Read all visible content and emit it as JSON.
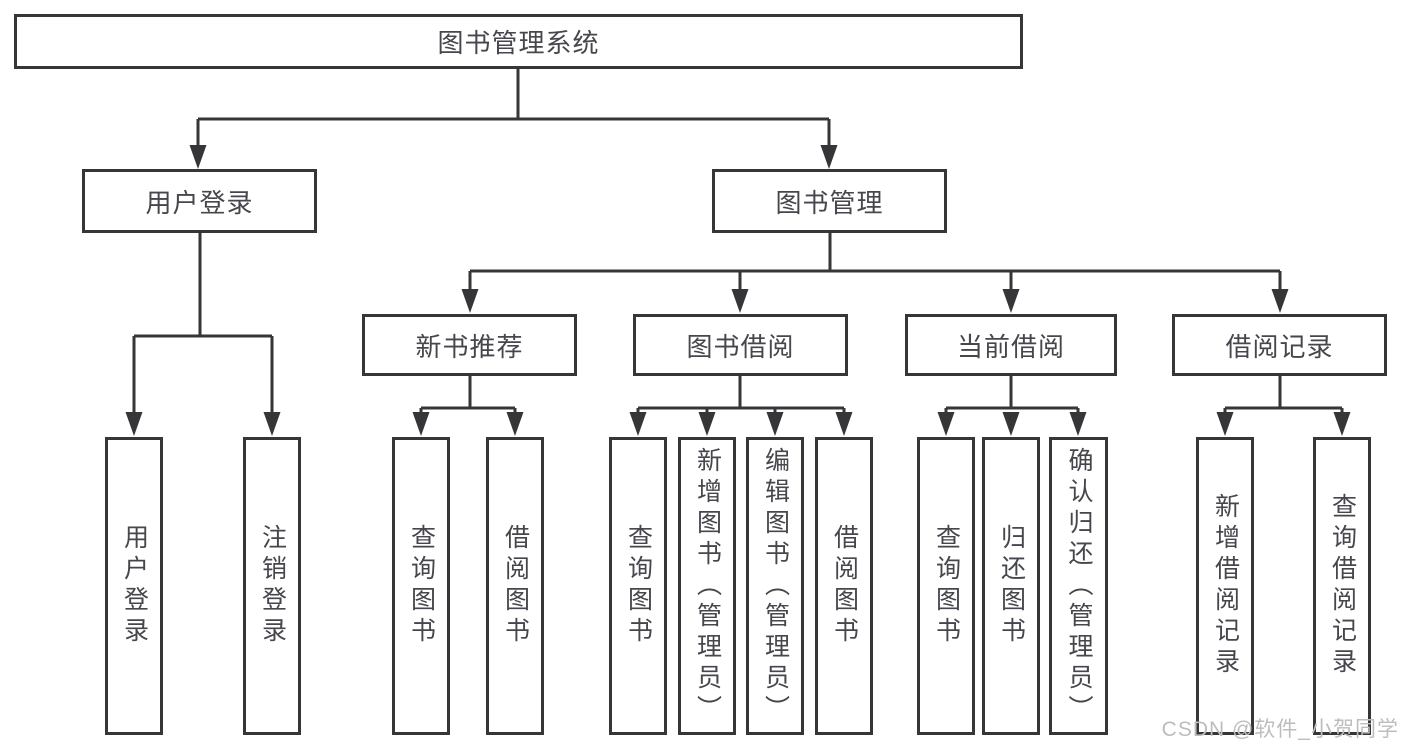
{
  "title": "图书管理系统",
  "colors": {
    "line": "#363639",
    "box_border": "#363639",
    "box_background": "#ffffff",
    "text": "#46464c",
    "watermark": "#bdbdbd",
    "background": "#ffffff"
  },
  "watermark": {
    "text": "CSDN @软件_小贺同学"
  },
  "tree": {
    "root": {
      "label": "图书管理系统"
    },
    "branches": [
      {
        "label": "用户登录",
        "children": [
          {
            "label": "用户登录"
          },
          {
            "label": "注销登录"
          }
        ]
      },
      {
        "label": "图书管理",
        "children": [
          {
            "label": "新书推荐",
            "children": [
              {
                "label": "查询图书"
              },
              {
                "label": "借阅图书"
              }
            ]
          },
          {
            "label": "图书借阅",
            "children": [
              {
                "label": "查询图书"
              },
              {
                "label": "新增图书（管理员）"
              },
              {
                "label": "编辑图书（管理员）"
              },
              {
                "label": "借阅图书"
              }
            ]
          },
          {
            "label": "当前借阅",
            "children": [
              {
                "label": "查询图书"
              },
              {
                "label": "归还图书"
              },
              {
                "label": "确认归还（管理员）"
              }
            ]
          },
          {
            "label": "借阅记录",
            "children": [
              {
                "label": "新增借阅记录"
              },
              {
                "label": "查询借阅记录"
              }
            ]
          }
        ]
      }
    ]
  }
}
